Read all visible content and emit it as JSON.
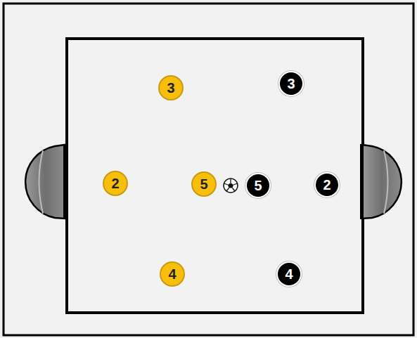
{
  "diagram": {
    "nodes": [
      {
        "text": [
          "3"
        ]
      },
      {
        "text": [
          "3"
        ]
      },
      {
        "text": [
          "2"
        ]
      },
      {
        "text": [
          "5"
        ]
      },
      {
        "text": [
          "5"
        ]
      },
      {
        "text": [
          "2"
        ]
      },
      {
        "text": [
          "4"
        ]
      },
      {
        "text": [
          "4"
        ]
      }
    ]
  }
}
